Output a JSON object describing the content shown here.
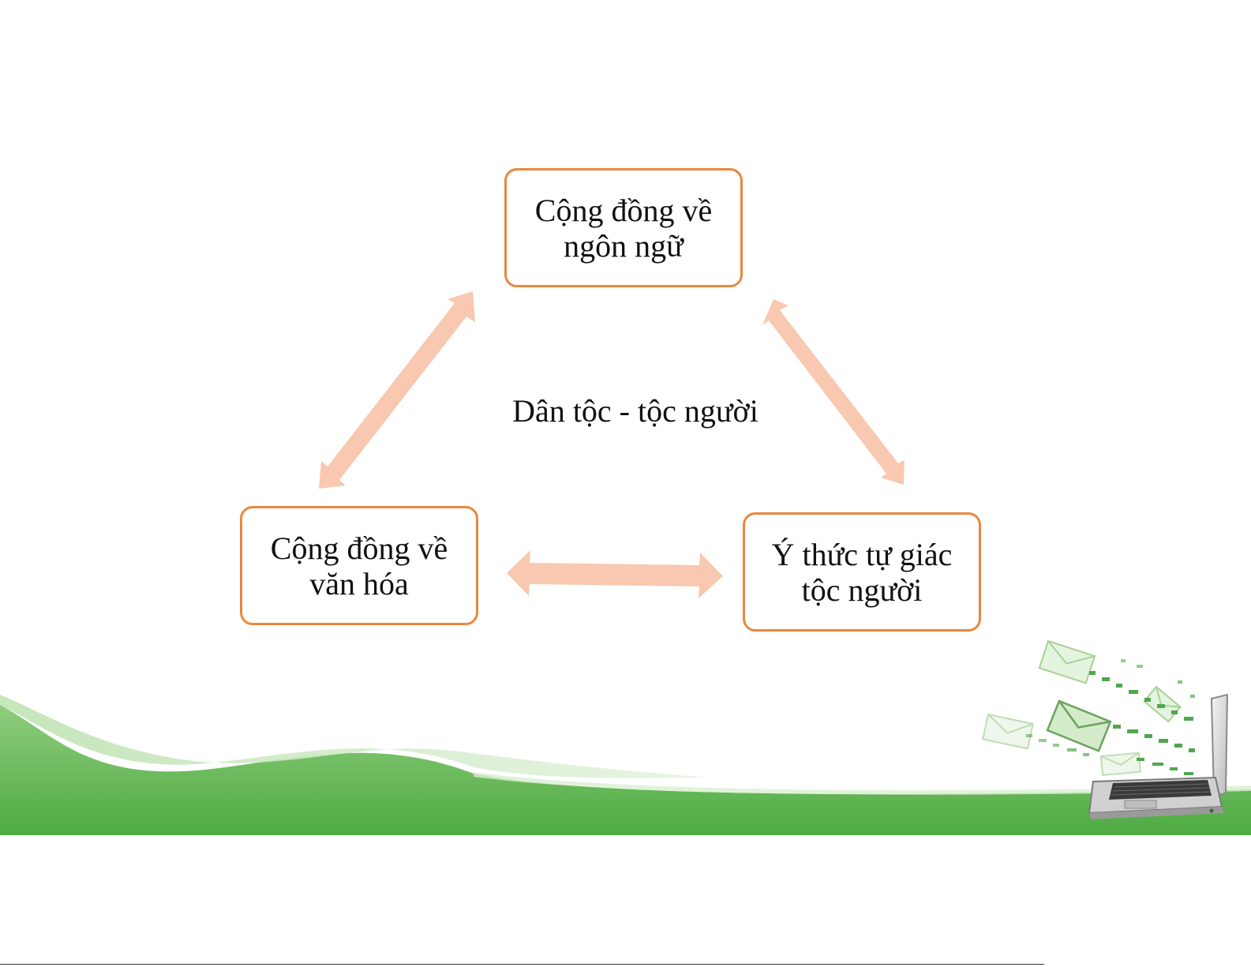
{
  "diagram": {
    "center_label": "Dân tộc - tộc người",
    "nodes": {
      "top": {
        "line1": "Cộng đồng về",
        "line2": "ngôn ngữ"
      },
      "left": {
        "line1": "Cộng đồng về",
        "line2": "văn hóa"
      },
      "right": {
        "line1": "Ý thức tự giác",
        "line2": "tộc người"
      }
    },
    "edges": [
      {
        "from": "left",
        "to": "top",
        "style": "double-arrow"
      },
      {
        "from": "top",
        "to": "right",
        "style": "double-arrow"
      },
      {
        "from": "left",
        "to": "right",
        "style": "double-arrow"
      }
    ]
  },
  "colors": {
    "node_border": "#e8883f",
    "arrow_fill": "#f8c8b0",
    "wave_green": "#5cb34c",
    "wave_light": "#9fd28e"
  },
  "decor_icons": [
    "wave-icon",
    "laptop-icon",
    "envelope-icon"
  ]
}
